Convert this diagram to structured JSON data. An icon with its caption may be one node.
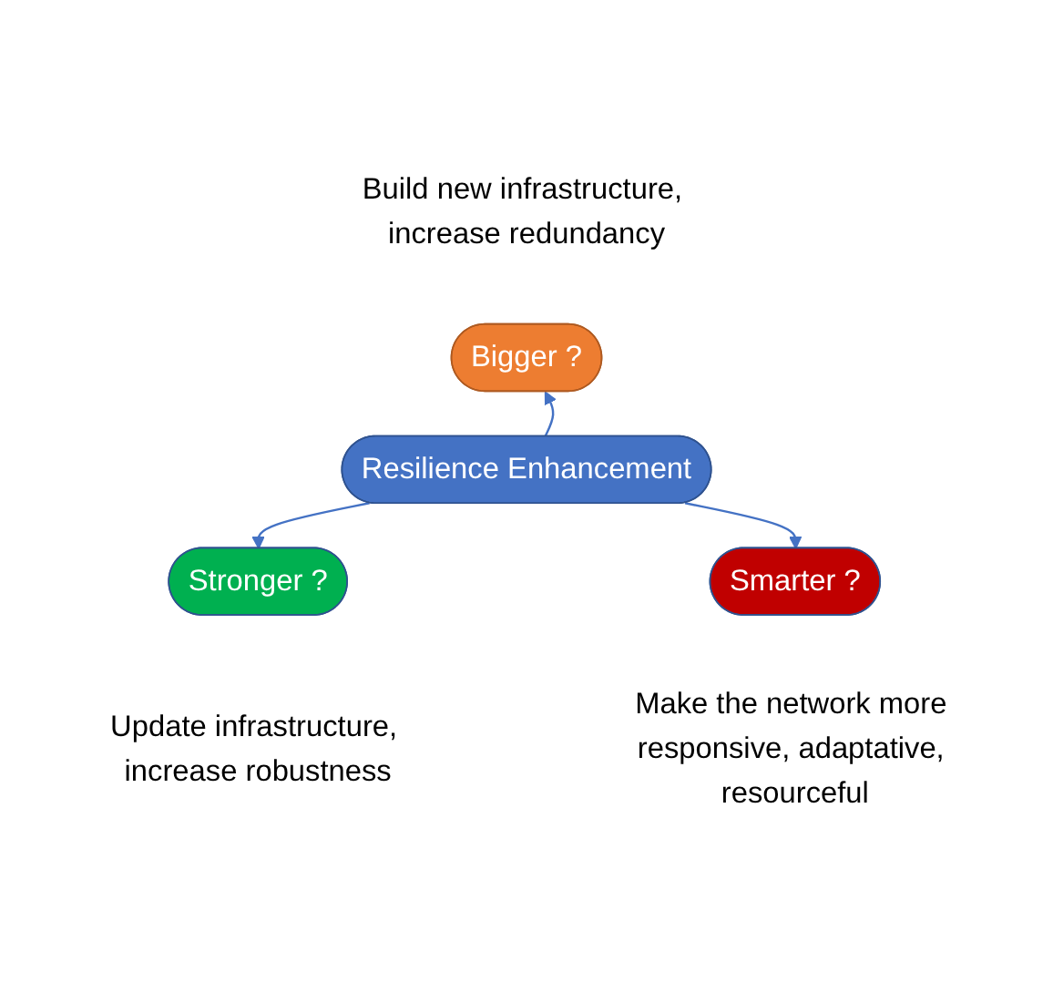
{
  "diagram": {
    "nodes": [
      {
        "text": [
          "Resilience Enhancement"
        ]
      },
      {
        "text": [
          "Bigger ?"
        ],
        "beside": [
          "Build new infrastructure, increase redundancy"
        ]
      },
      {
        "text": [
          "Stronger ?"
        ],
        "beside": [
          "Update infrastructure, increase robustness"
        ]
      },
      {
        "text": [
          "Smarter ?"
        ],
        "beside": [
          "Make the network more responsive, adaptative, resourceful"
        ]
      }
    ],
    "edges": [
      {
        "from": 0,
        "to": 1,
        "arrow": "to"
      },
      {
        "from": 0,
        "to": 2,
        "arrow": "to"
      },
      {
        "from": 0,
        "to": 3,
        "arrow": "to"
      }
    ]
  }
}
